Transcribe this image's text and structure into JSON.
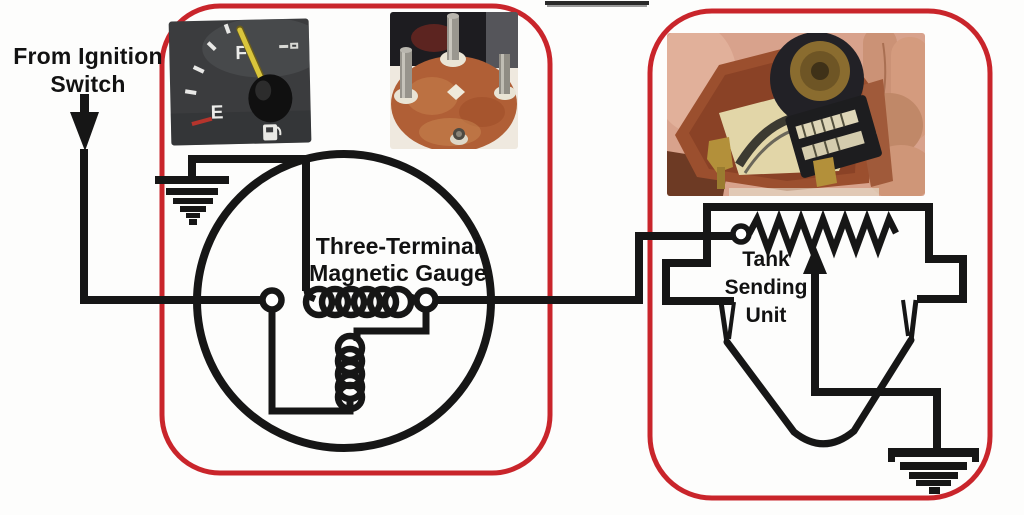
{
  "diagram": {
    "ignition_label": {
      "line1": "From Ignition",
      "line2": "Switch"
    },
    "gauge_label": {
      "line1": "Three-Terminal",
      "line2": "Magnetic Gauge"
    },
    "sender_label": {
      "line1": "Tank",
      "line2": "Sending",
      "line3": "Unit"
    },
    "gauge_photo": {
      "full_mark": "F",
      "empty_mark": "E"
    },
    "icons": {
      "flow_arrow": "arrow-down-icon",
      "wiper_arrow": "arrow-up-icon",
      "ground_left": "ground-icon",
      "ground_right": "ground-icon",
      "fuel_pump": "fuel-pump-icon",
      "terminals": "terminal-circle-icon",
      "coils": "coil-icon",
      "variable_resistor": "resistor-zigzag-icon"
    },
    "colors": {
      "box_outline_red": "#c9252b",
      "wire_black": "#161616",
      "needle_yellow": "#d9c53c",
      "gauge_face_gray": "#3b3c3e",
      "gauge_back_orange": "#b05f36",
      "sender_plastic_brown": "#9b4f2e",
      "hand_skin": "#d8a28c"
    }
  }
}
